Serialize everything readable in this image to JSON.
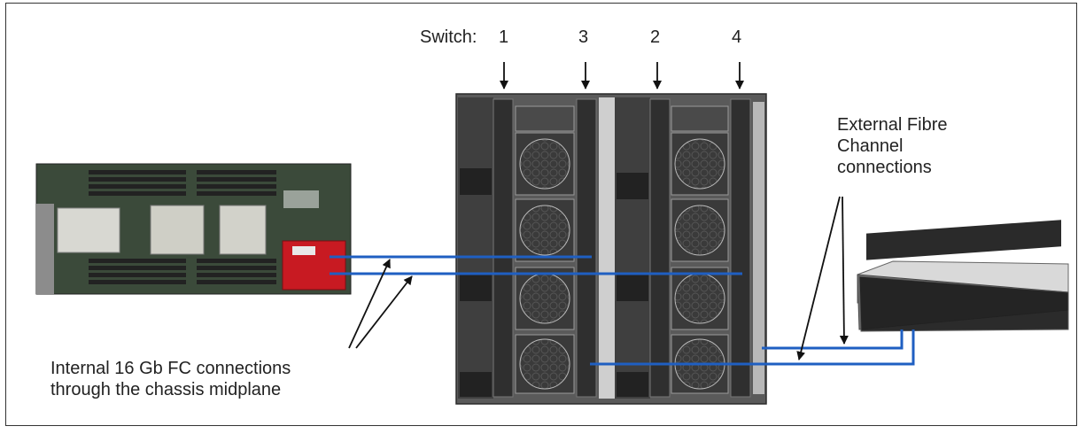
{
  "switch_label": {
    "prefix": "Switch:",
    "numbers": [
      "1",
      "3",
      "2",
      "4"
    ]
  },
  "labels": {
    "external": "External Fibre\nChannel\nconnections",
    "internal": "Internal 16 Gb FC connections\nthrough the chassis midplane"
  },
  "components": {
    "compute_node": "compute-node-board",
    "chassis": "flex-chassis-rear",
    "storage": "storage-array"
  },
  "colors": {
    "fc_link": "#1f5fc2",
    "adapter": "#c81a22",
    "chassis": "#4a4a4a",
    "arrow": "#111111"
  }
}
